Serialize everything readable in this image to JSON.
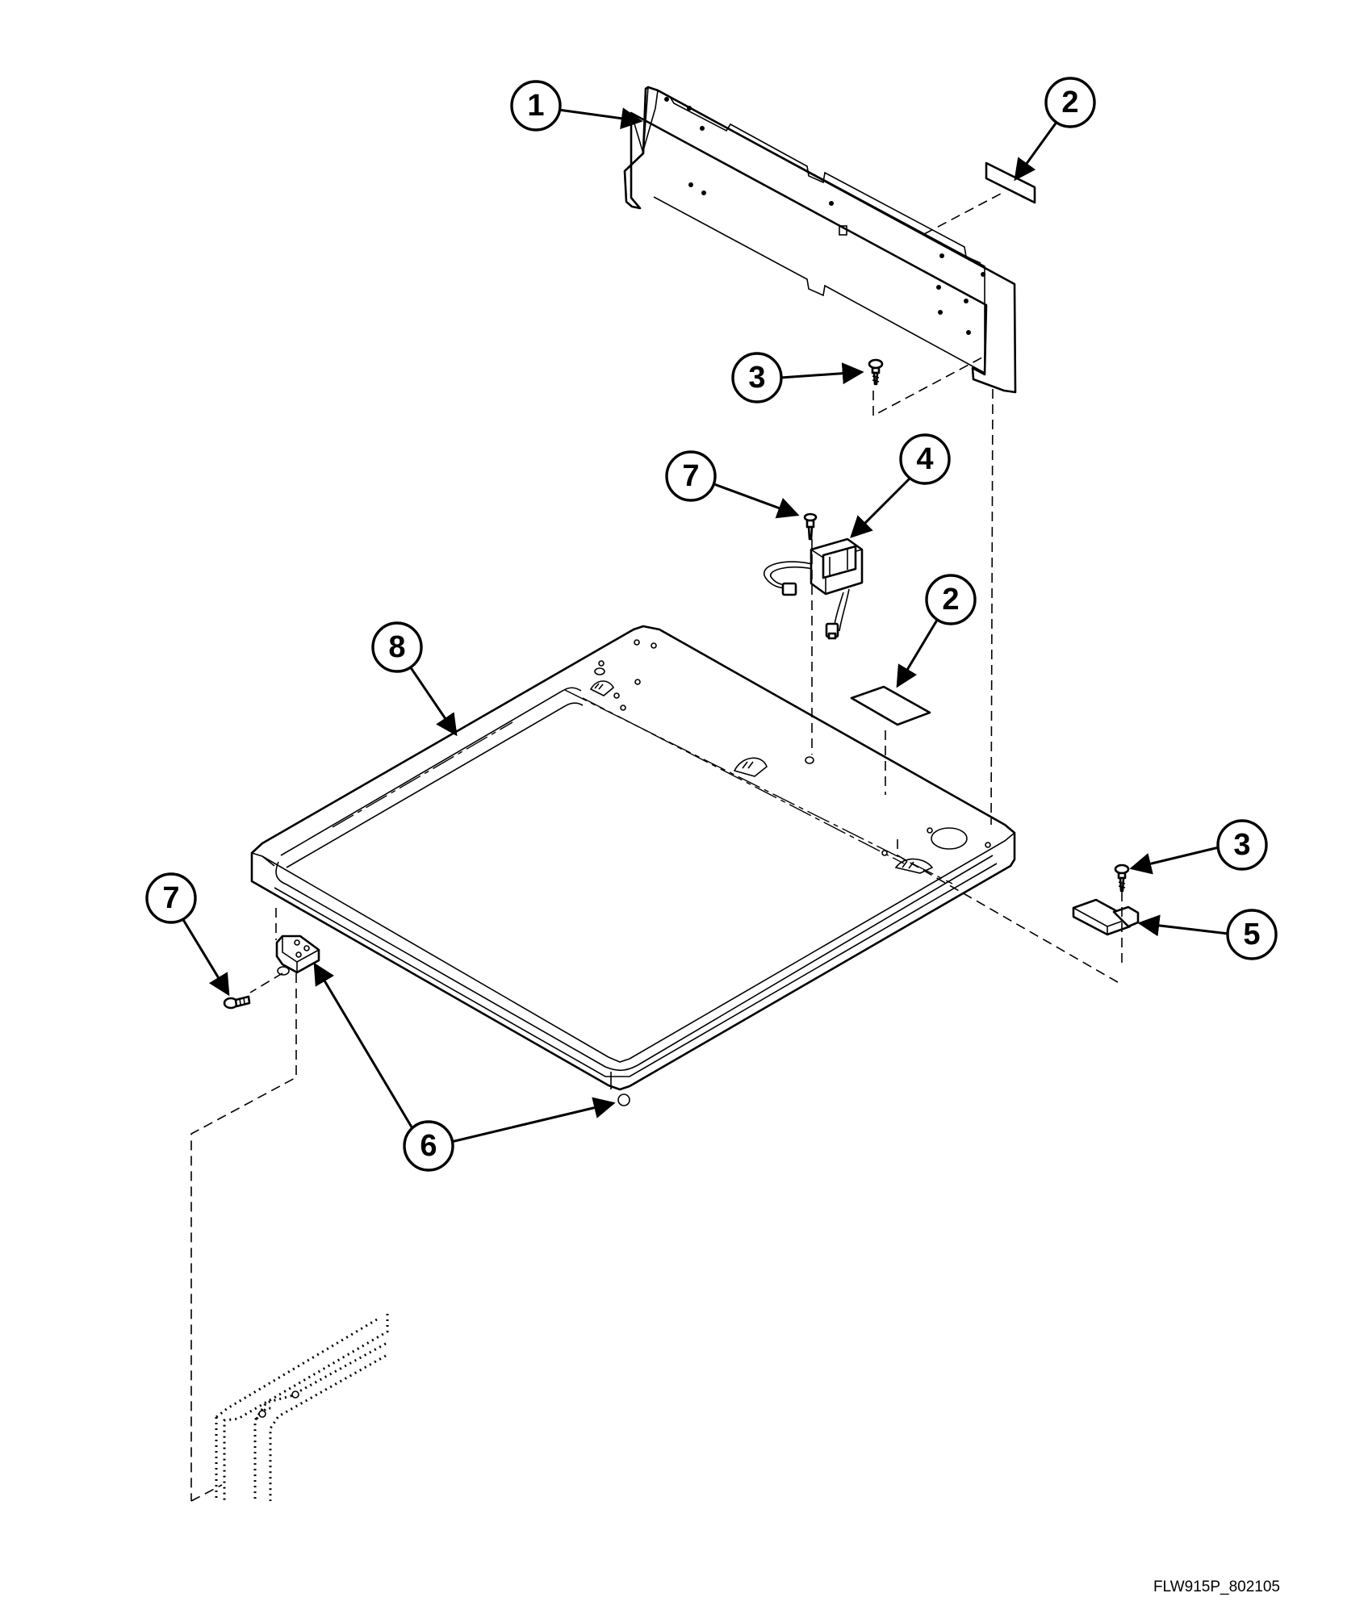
{
  "callouts": [
    {
      "id": "callout-1",
      "number": "1"
    },
    {
      "id": "callout-2-upper",
      "number": "2"
    },
    {
      "id": "callout-3-upper",
      "number": "3"
    },
    {
      "id": "callout-7-upper",
      "number": "7"
    },
    {
      "id": "callout-4",
      "number": "4"
    },
    {
      "id": "callout-2-lower",
      "number": "2"
    },
    {
      "id": "callout-8",
      "number": "8"
    },
    {
      "id": "callout-3-lower",
      "number": "3"
    },
    {
      "id": "callout-5",
      "number": "5"
    },
    {
      "id": "callout-7-lower",
      "number": "7"
    },
    {
      "id": "callout-6",
      "number": "6"
    }
  ],
  "drawing_id": "FLW915P_802105"
}
